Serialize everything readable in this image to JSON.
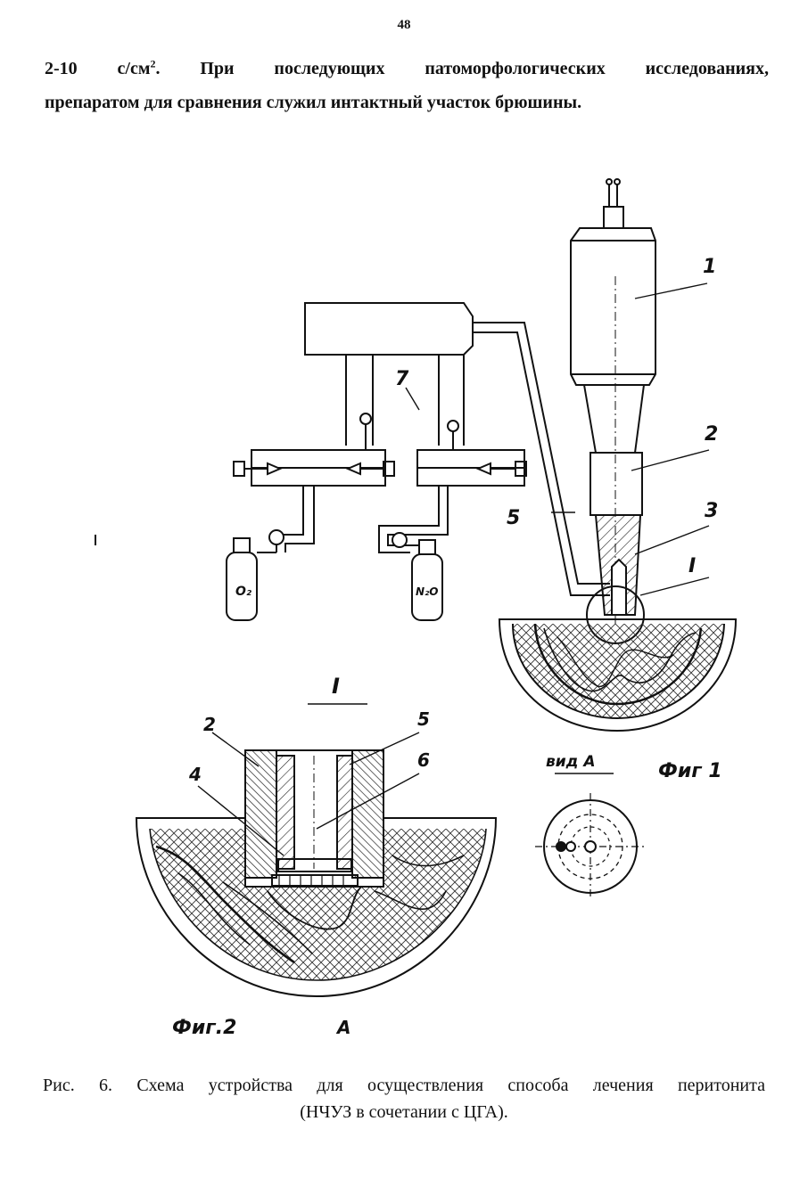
{
  "page_number": "48",
  "body_text": {
    "line1_pre": "2-10 с/см",
    "line1_sup": "2",
    "line1_post": ". При последующих патоморфологических исследованиях,",
    "line2": "препаратом для сравнения служил интактный участок брюшины."
  },
  "figure_labels": {
    "fig1_part1": "1",
    "fig1_part2": "2",
    "fig1_part3": "3",
    "fig1_part5": "5",
    "fig1_part7": "7",
    "fig1_detail": "I",
    "fig2_part2": "2",
    "fig2_part4": "4",
    "fig2_part5": "5",
    "fig2_part6": "6",
    "fig2_detail_title": "I",
    "view_a_title": "вид А",
    "fig1_caption": "Фиг 1",
    "fig2_caption": "Фиг.2",
    "fig2_letter": "А",
    "cylinder_o2": "O₂",
    "cylinder_n2o": "N₂O"
  },
  "caption": {
    "line1": "Рис. 6. Схема устройства для осуществления способа лечения перитонита",
    "line2": "(НЧУЗ в сочетании с ЦГА)."
  }
}
